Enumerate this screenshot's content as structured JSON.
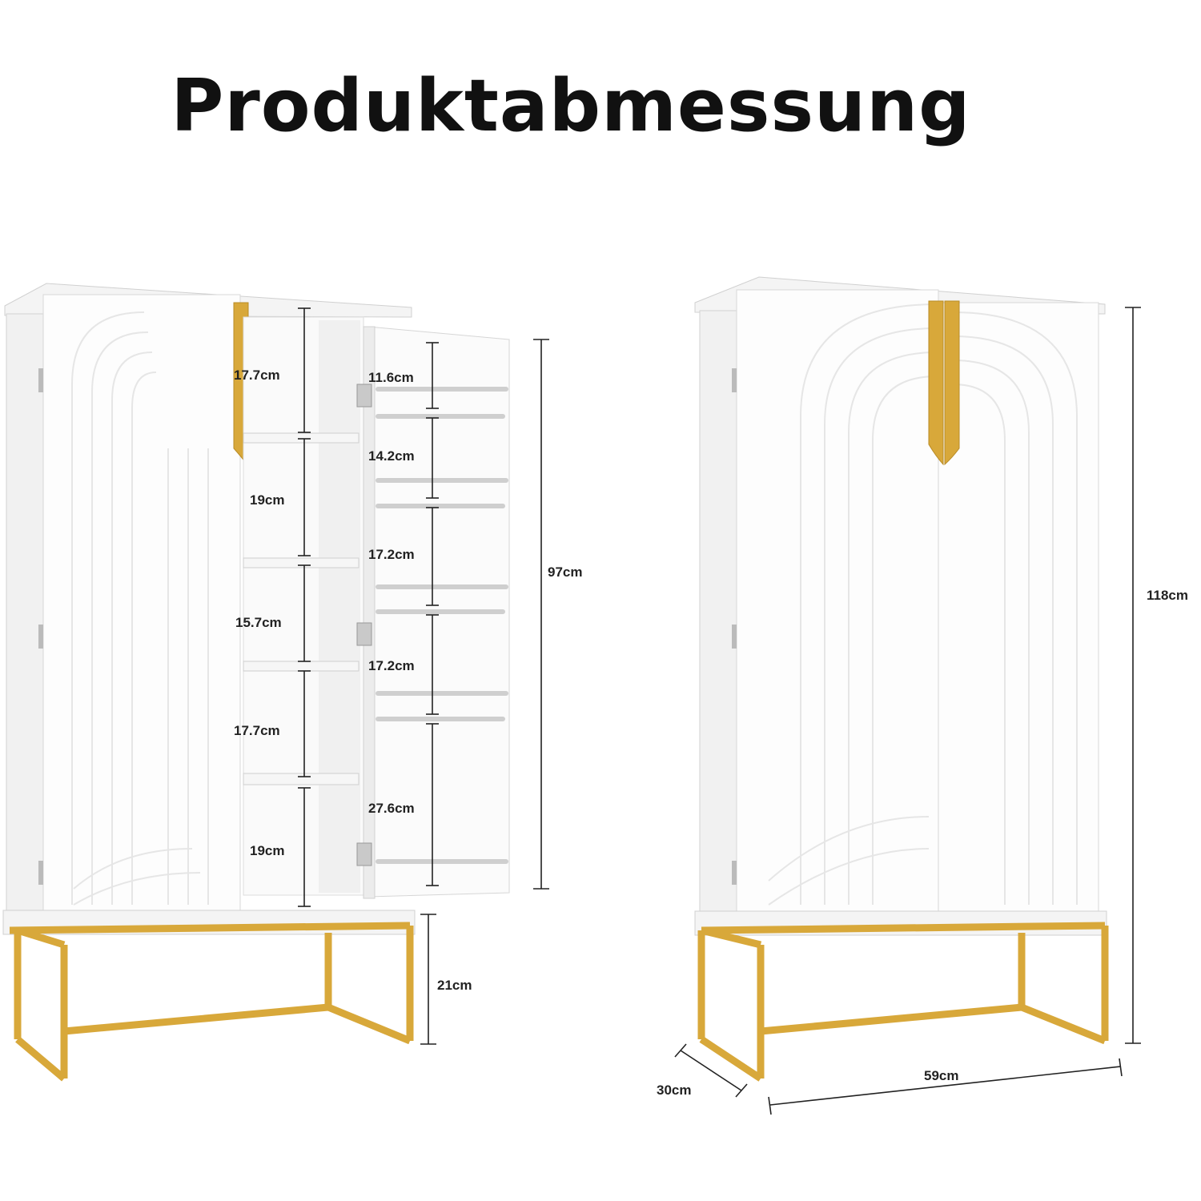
{
  "title": "Produktabmessung",
  "colors": {
    "cabinet": "#ffffff",
    "shadow": "#e8e8e8",
    "gold": "#d8a83a",
    "dim_line": "#222222"
  },
  "left_view": {
    "interior_heights": [
      "17.7cm",
      "19cm",
      "15.7cm",
      "17.7cm",
      "19cm"
    ],
    "door_shelf_heights": [
      "11.6cm",
      "14.2cm",
      "17.2cm",
      "17.2cm",
      "27.6cm"
    ],
    "body_height": "97cm",
    "leg_height": "21cm"
  },
  "right_view": {
    "total_height": "118cm",
    "width": "59cm",
    "depth": "30cm"
  }
}
